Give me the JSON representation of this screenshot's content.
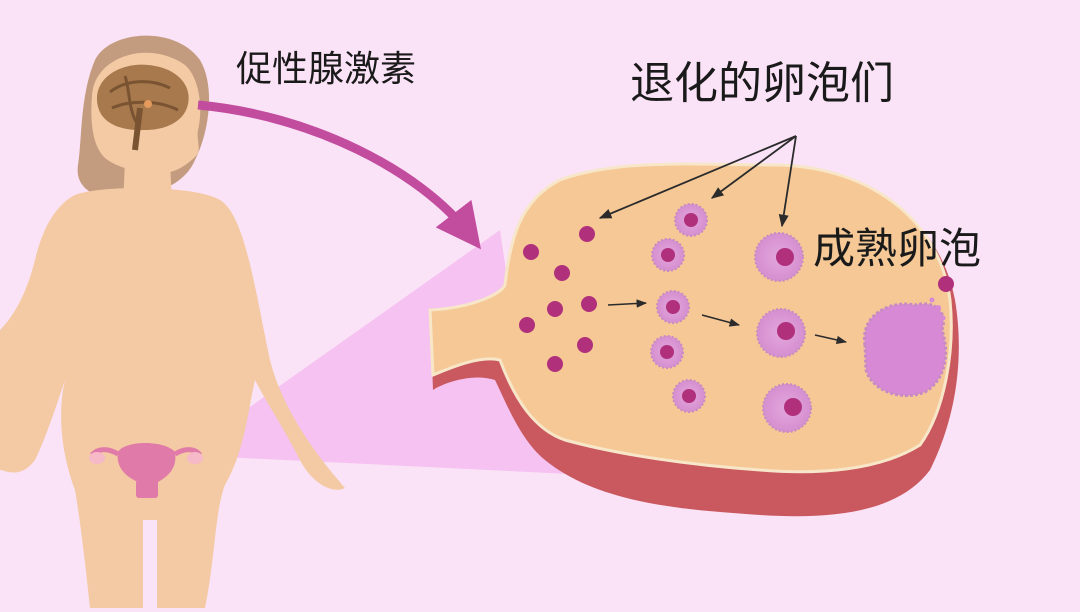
{
  "labels": {
    "hormone": "促性腺激素",
    "degenerated_follicles": "退化的卵泡们",
    "mature_follicle": "成熟卵泡"
  },
  "colors": {
    "background": "#fbe3f7",
    "skin": "#f3caa4",
    "hair": "#c39b7f",
    "brain": "#a8794c",
    "ovary_body": "#f5c896",
    "ovary_cut": "#c9585f",
    "follicle": "#b0307c",
    "follicle_ring": "#d89ad4",
    "arrow": "#c24c9e",
    "zoom_beam": "#f0a8ec"
  }
}
